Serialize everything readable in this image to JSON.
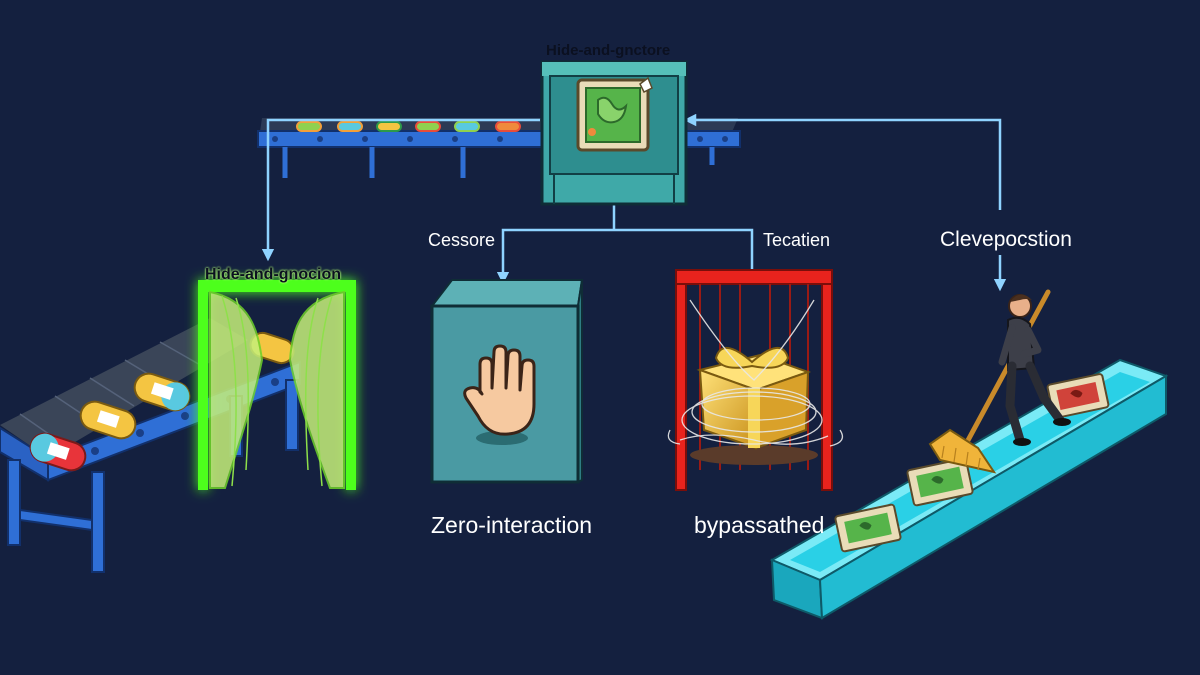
{
  "labels": {
    "top_box_title": "Hide-and-gnctore",
    "curtain_title": "Hide-and-gnocion",
    "cessore": "Cessore",
    "tecatien": "Tecatien",
    "clevepocstion": "Clevepocstion",
    "zero_interaction": "Zero-interaction",
    "bypassathed": "bypassathed"
  },
  "icons": {
    "top_box": "green-tile-icon",
    "vault": "hand-stop-icon",
    "cage": "tangled-gift-icon",
    "sweeper": "person-sweeping-icon"
  },
  "colors": {
    "background": "#14203f",
    "connector": "#8fd3ff",
    "curtain_glow": "#4dff1a",
    "cage_red": "#e8231d",
    "vault_teal": "#4a9aa3",
    "conveyor_blue": "#2f6fd6",
    "sweep_tray": "#2ad0e6"
  }
}
